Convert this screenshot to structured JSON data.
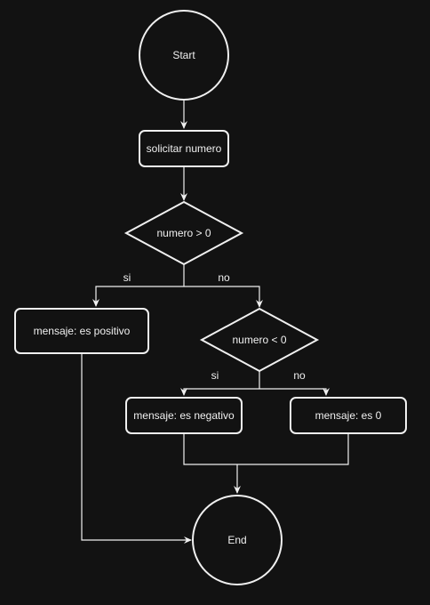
{
  "nodes": {
    "start": "Start",
    "solicitar": "solicitar numero",
    "decision1": "numero > 0",
    "positivo": "mensaje: es positivo",
    "decision2": "numero < 0",
    "negativo": "mensaje: es negativo",
    "cero": "mensaje: es 0",
    "end": "End"
  },
  "edges": {
    "d1_yes": "si",
    "d1_no": "no",
    "d2_yes": "si",
    "d2_no": "no"
  },
  "colors": {
    "background": "#121212",
    "stroke": "#f0f0f0",
    "text": "#f0f0f0"
  }
}
